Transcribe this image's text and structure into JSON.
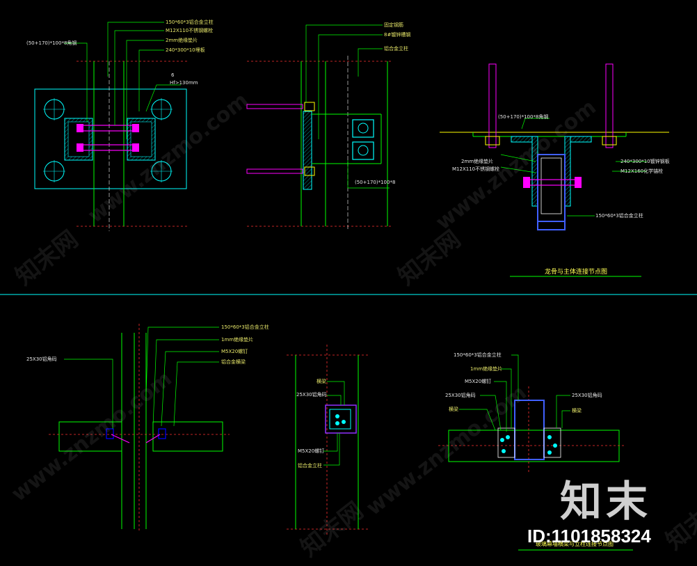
{
  "labels": {
    "d1_a": "150*60*3铝合金立柱",
    "d1_b": "M12X110不锈钢螺栓",
    "d1_c": "(50+170)*100*8角钢",
    "d1_d": "2mm绝缘垫片",
    "d1_e": "240*300*10埋板",
    "d1_f": "6",
    "d1_g": "Hf>130mm",
    "d2_a": "固定钢筋",
    "d2_b": "8#镀锌槽钢",
    "d2_c": "铝合金立柱",
    "d2_d": "(50+170)*100*8",
    "d3_a": "(50+170)*100*8角钢",
    "d3_b": "2mm绝缘垫片",
    "d3_c": "M12X110不锈钢螺栓",
    "d3_d": "240*300*10镀锌钢板",
    "d3_e": "M12X160化学锚栓",
    "d3_f": "150*60*3铝合金立柱",
    "d4_a": "150*60*3铝合金立柱",
    "d4_b": "1mm绝缘垫片",
    "d4_c": "25X30铝角码",
    "d4_d": "M5X20螺钉",
    "d4_e": "铝合金横梁",
    "d5_a": "横梁",
    "d5_b": "25X30铝角码",
    "d5_c": "M5X20螺钉",
    "d5_d": "铝合金立柱",
    "d6_a": "150*60*3铝合金立柱",
    "d6_b": "1mm绝缘垫片",
    "d6_c": "M5X20螺钉",
    "d6_d": "25X30铝角码",
    "d6_e": "25X30铝角码",
    "d6_f": "横梁",
    "d6_g": "横梁"
  },
  "titles": {
    "top": "龙骨与主体连接节点图",
    "bottom": "玻璃幕墙横梁与立柱连接节点图"
  },
  "watermark": {
    "site": "www.znzmo.com",
    "brand": "知末",
    "brand_net": "知末网",
    "id": "ID:1101858324"
  },
  "colors": {
    "green": "#00ff00",
    "cyan": "#00ffff",
    "magenta": "#ff00ff",
    "red": "#ff3030",
    "yellow": "#ffff00",
    "white": "#ffffff",
    "blue": "#4060ff"
  }
}
